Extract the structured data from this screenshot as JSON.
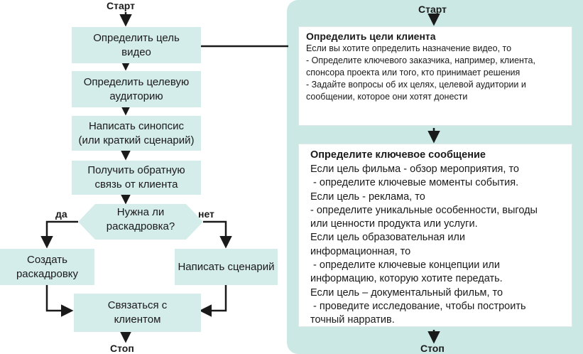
{
  "left_flow": {
    "start": "Старт",
    "stop": "Стоп",
    "step1": [
      "Определить цель",
      "видео"
    ],
    "step2": [
      "Определить целевую",
      "аудиторию"
    ],
    "step3": [
      "Написать синопсис",
      "(или краткий сценарий)"
    ],
    "step4": [
      "Получить обратную",
      "связь от клиента"
    ],
    "decision": [
      "Нужна ли",
      "раскадровка?"
    ],
    "yes": "да",
    "no": "нет",
    "yes_box": [
      "Создать",
      "раскадровку"
    ],
    "no_box": "Написать сценарий",
    "final": [
      "Связаться с",
      "клиентом"
    ]
  },
  "right_panel": {
    "start": "Старт",
    "stop": "Стоп",
    "card1": {
      "title": "Определить цели клиента",
      "lines": [
        "Если вы хотите определить назначение видео, то",
        "- Определите ключевого заказчика, например, клиента,",
        "спонсора проекта или того, кто принимает решения",
        "- Задайте вопросы об их целях, целевой аудитории и",
        "сообщении, которое они хотят донести"
      ]
    },
    "card2": {
      "title": "Определите ключевое сообщение",
      "lines": [
        "Если цель фильма - обзор мероприятия, то",
        " - определите ключевые моменты события.",
        "Если цель - реклама, то",
        "- определите уникальные особенности, выгоды",
        "или ценности продукта или услуги.",
        "Если цель образовательная или",
        "информационная, то",
        " - определите ключевые концепции или",
        "информацию, которую хотите передать.",
        "Если цель – документальный фильм, то",
        " - проведите исследование, чтобы построить",
        "точный нарратив."
      ]
    }
  },
  "colors": {
    "box_fill": "#d4ecea",
    "panel_fill": "#cbe8e4",
    "connector": "#1a1a1a"
  }
}
